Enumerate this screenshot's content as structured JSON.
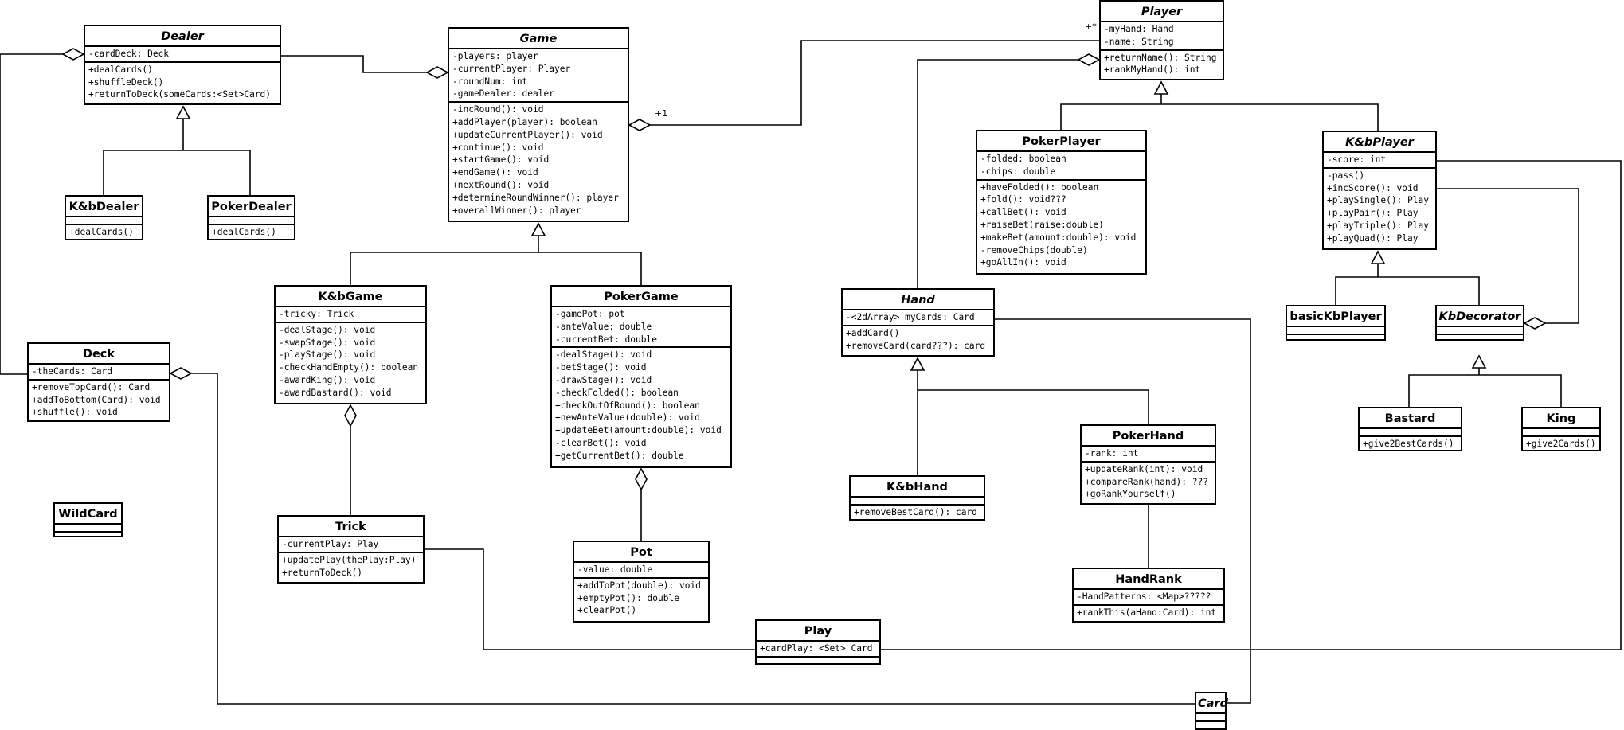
{
  "diagram": {
    "type": "uml-class-diagram",
    "classes": {
      "dealer": {
        "name": "Dealer",
        "abstract": true,
        "attributes": [
          "-cardDeck: Deck"
        ],
        "methods": [
          "+dealCards()",
          "+shuffleDeck()",
          "+returnToDeck(someCards:<Set>Card)"
        ]
      },
      "kb_dealer": {
        "name": "K&bDealer",
        "abstract": false,
        "attributes": [],
        "methods": [
          "+dealCards()"
        ]
      },
      "poker_dealer": {
        "name": "PokerDealer",
        "abstract": false,
        "attributes": [],
        "methods": [
          "+dealCards()"
        ]
      },
      "deck": {
        "name": "Deck",
        "abstract": false,
        "attributes": [
          "-theCards: Card"
        ],
        "methods": [
          "+removeTopCard(): Card",
          "+addToBottom(Card): void",
          "+shuffle(): void"
        ]
      },
      "wild_card": {
        "name": "WildCard",
        "abstract": false,
        "attributes": [],
        "methods": []
      },
      "game": {
        "name": "Game",
        "abstract": true,
        "attributes": [
          "-players: player",
          "-currentPlayer: Player",
          "-roundNum: int",
          "-gameDealer: dealer"
        ],
        "methods": [
          "-incRound(): void",
          "+addPlayer(player): boolean",
          "+updateCurrentPlayer(): void",
          "+continue(): void",
          "+startGame(): void",
          "+endGame(): void",
          "+nextRound(): void",
          "+determineRoundWinner(): player",
          "+overallWinner(): player"
        ]
      },
      "kb_game": {
        "name": "K&bGame",
        "abstract": false,
        "attributes": [
          "-tricky: Trick"
        ],
        "methods": [
          "-dealStage(): void",
          "-swapStage(): void",
          "-playStage(): void",
          "-checkHandEmpty(): boolean",
          "-awardKing(): void",
          "-awardBastard(): void"
        ]
      },
      "trick": {
        "name": "Trick",
        "abstract": false,
        "attributes": [
          "-currentPlay: Play"
        ],
        "methods": [
          "+updatePlay(thePlay:Play)",
          "+returnToDeck()"
        ]
      },
      "poker_game": {
        "name": "PokerGame",
        "abstract": false,
        "attributes": [
          "-gamePot: pot",
          "-anteValue: double",
          "-currentBet: double"
        ],
        "methods": [
          "-dealStage(): void",
          "-betStage(): void",
          "-drawStage(): void",
          "-checkFolded(): boolean",
          "+checkOutOfRound(): boolean",
          "+newAnteValue(double): void",
          "+updateBet(amount:double): void",
          "-clearBet(): void",
          "+getCurrentBet(): double"
        ]
      },
      "pot": {
        "name": "Pot",
        "abstract": false,
        "attributes": [
          "-value: double"
        ],
        "methods": [
          "+addToPot(double): void",
          "+emptyPot(): double",
          "+clearPot()"
        ]
      },
      "play": {
        "name": "Play",
        "abstract": false,
        "attributes": [
          "+cardPlay: <Set> Card"
        ],
        "methods": []
      },
      "card": {
        "name": "Card",
        "abstract": true,
        "attributes": [],
        "methods": []
      },
      "player": {
        "name": "Player",
        "abstract": true,
        "attributes": [
          "-myHand: Hand",
          "-name: String"
        ],
        "methods": [
          "+returnName(): String",
          "+rankMyHand(): int"
        ]
      },
      "poker_player": {
        "name": "PokerPlayer",
        "abstract": false,
        "attributes": [
          "-folded: boolean",
          "-chips: double"
        ],
        "methods": [
          "+haveFolded(): boolean",
          "+fold(): void???",
          "+callBet(): void",
          "+raiseBet(raise:double)",
          "+makeBet(amount:double): void",
          "-removeChips(double)",
          "+goAllIn(): void"
        ]
      },
      "kb_player": {
        "name": "K&bPlayer",
        "abstract": true,
        "attributes": [
          "-score: int"
        ],
        "methods": [
          "-pass()",
          "+incScore(): void",
          "+playSingle(): Play",
          "+playPair(): Play",
          "+playTriple(): Play",
          "+playQuad(): Play"
        ]
      },
      "basic_kb_player": {
        "name": "basicKbPlayer",
        "abstract": false,
        "attributes": [],
        "methods": []
      },
      "kb_decorator": {
        "name": "KbDecorator",
        "abstract": true,
        "attributes": [],
        "methods": []
      },
      "bastard": {
        "name": "Bastard",
        "abstract": false,
        "attributes": [],
        "methods": [
          "+give2BestCards()"
        ]
      },
      "king": {
        "name": "King",
        "abstract": false,
        "attributes": [],
        "methods": [
          "+give2Cards()"
        ]
      },
      "hand": {
        "name": "Hand",
        "abstract": true,
        "attributes": [
          "-<2dArray> myCards: Card"
        ],
        "methods": [
          "+addCard()",
          "+removeCard(card???): card"
        ]
      },
      "kb_hand": {
        "name": "K&bHand",
        "abstract": false,
        "attributes": [],
        "methods": [
          "+removeBestCard(): card"
        ]
      },
      "poker_hand": {
        "name": "PokerHand",
        "abstract": false,
        "attributes": [
          "-rank: int"
        ],
        "methods": [
          "+updateRank(int): void",
          "+compareRank(hand): ???",
          "+goRankYourself()"
        ]
      },
      "hand_rank": {
        "name": "HandRank",
        "abstract": false,
        "attributes": [
          "-HandPatterns: <Map>?????"
        ],
        "methods": [
          "+rankThis(aHand:Card): int"
        ]
      }
    },
    "multiplicities": {
      "game_player_many": "+*",
      "game_player_one": "+1"
    },
    "style": {
      "line_color": "#000000",
      "background": "#ffffff"
    }
  }
}
